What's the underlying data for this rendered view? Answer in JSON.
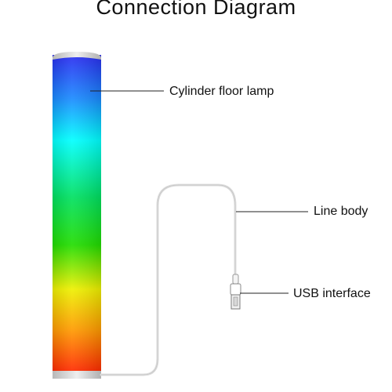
{
  "title": "Connection Diagram",
  "labels": {
    "lamp": "Cylinder floor lamp",
    "line_body": "Line body",
    "usb": "USB interface"
  },
  "colors": {
    "lamp_gradient": [
      "#2a2cf0",
      "#1a8cff",
      "#00ffff",
      "#00e060",
      "#22dd00",
      "#eef000",
      "#ff9900",
      "#ff2a00"
    ],
    "cap": "#c9c9c9",
    "cable": "#dcdcdc",
    "leader_line": "#222222"
  },
  "icons": [
    "usb-plug-icon"
  ]
}
